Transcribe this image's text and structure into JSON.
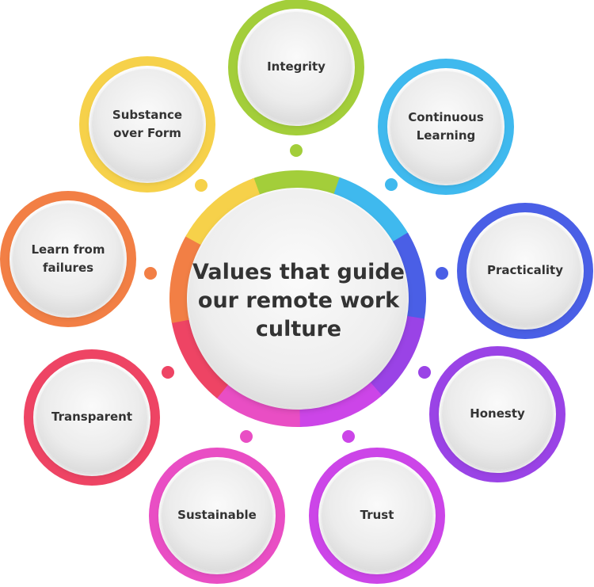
{
  "center": {
    "title": "Values that guide our remote work culture"
  },
  "values": [
    {
      "id": "integrity",
      "label": "Integrity",
      "color": "#a3ce3a"
    },
    {
      "id": "continuous-learning",
      "label": "Continuous Learning",
      "color": "#3fb9ee"
    },
    {
      "id": "practicality",
      "label": "Practicality",
      "color": "#4a5fe6"
    },
    {
      "id": "honesty",
      "label": "Honesty",
      "color": "#9a43e6"
    },
    {
      "id": "trust",
      "label": "Trust",
      "color": "#cc45e8"
    },
    {
      "id": "sustainable",
      "label": "Sustainable",
      "color": "#e94ec4"
    },
    {
      "id": "transparent",
      "label": "Transparent",
      "color": "#ee4464"
    },
    {
      "id": "learn-from-failures",
      "label": "Learn from failures",
      "color": "#f27f45"
    },
    {
      "id": "substance-over-form",
      "label": "Substance over Form",
      "color": "#f6d14a"
    }
  ]
}
